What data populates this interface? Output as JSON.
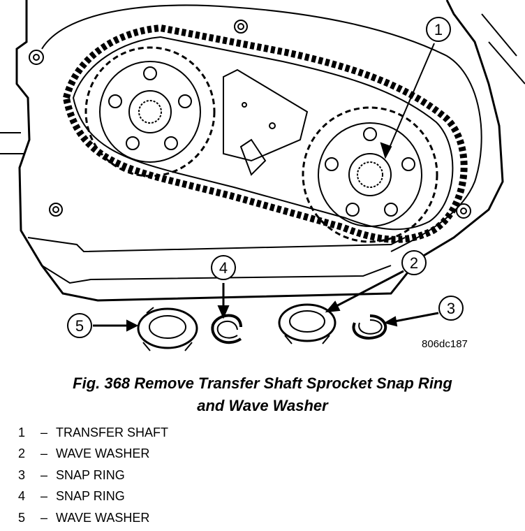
{
  "figure": {
    "code": "806dc187",
    "caption_line1": "Fig. 368 Remove Transfer Shaft Sprocket Snap Ring",
    "caption_line2": "and Wave Washer"
  },
  "callouts": [
    {
      "num": "1",
      "label": "TRANSFER SHAFT"
    },
    {
      "num": "2",
      "label": "WAVE WASHER"
    },
    {
      "num": "3",
      "label": "SNAP RING"
    },
    {
      "num": "4",
      "label": "SNAP RING"
    },
    {
      "num": "5",
      "label": "WAVE WASHER"
    }
  ],
  "legend_separator": "–"
}
